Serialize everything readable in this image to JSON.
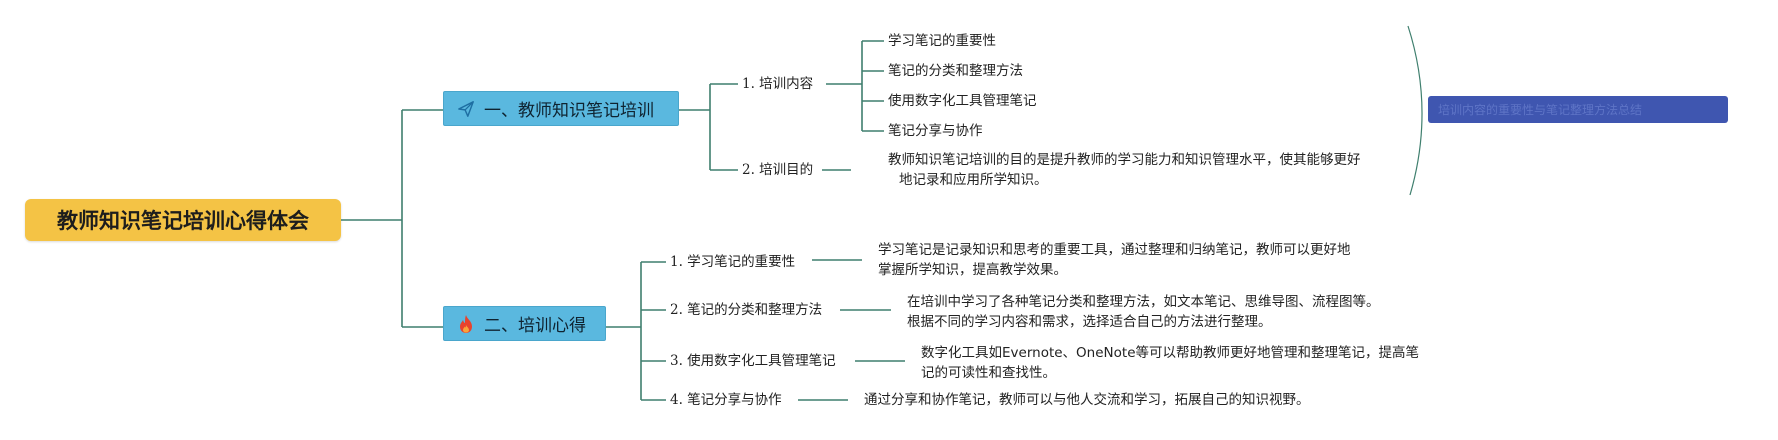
{
  "root": {
    "title": "教师知识笔记培训心得体会"
  },
  "branches": [
    {
      "title": "一、教师知识笔记培训",
      "icon": "paper-plane-icon",
      "children": [
        {
          "label": "1. 培训内容",
          "items": [
            "学习笔记的重要性",
            "笔记的分类和整理方法",
            "使用数字化工具管理笔记",
            "笔记分享与协作"
          ]
        },
        {
          "label": "2. 培训目的",
          "text_line1": "教师知识笔记培训的目的是提升教师的学习能力和知识管理水平，使其能够更好",
          "text_line2": "地记录和应用所学知识。"
        }
      ]
    },
    {
      "title": "二、培训心得",
      "icon": "fire-icon",
      "children": [
        {
          "label": "1. 学习笔记的重要性",
          "text_line1": "学习笔记是记录知识和思考的重要工具，通过整理和归纳笔记，教师可以更好地",
          "text_line2": "掌握所学知识，提高教学效果。"
        },
        {
          "label": "2. 笔记的分类和整理方法",
          "text_line1": "在培训中学习了各种笔记分类和整理方法，如文本笔记、思维导图、流程图等。",
          "text_line2": "根据不同的学习内容和需求，选择适合自己的方法进行整理。"
        },
        {
          "label": "3. 使用数字化工具管理笔记",
          "text_line1": "数字化工具如Evernote、OneNote等可以帮助教师更好地管理和整理笔记，提高笔",
          "text_line2": "记的可读性和查找性。"
        },
        {
          "label": "4. 笔记分享与协作",
          "text_line1": "通过分享和协作笔记，教师可以与他人交流和学习，拓展自己的知识视野。",
          "text_line2": ""
        }
      ]
    }
  ],
  "summary": {
    "text": "培训内容的重要性与笔记整理方法总结"
  },
  "colors": {
    "root_fill": "#f4c345",
    "branch_fill": "#5ab8df",
    "link": "#3f7f6e",
    "summary_fill": "#3f56b0"
  }
}
